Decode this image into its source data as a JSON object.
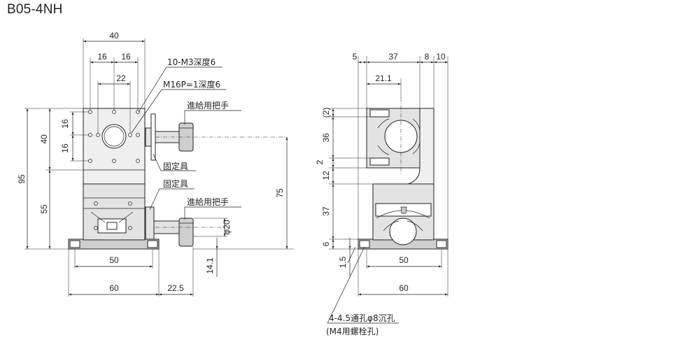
{
  "title": "B05-4NH",
  "front": {
    "dim_40_top": "40",
    "dim_16_left": "16",
    "dim_16_right": "16",
    "dim_22": "22",
    "dim_40_side": "40",
    "dim_16_a": "16",
    "dim_16_b": "16",
    "dim_95": "95",
    "dim_55": "55",
    "dim_75": "75",
    "dim_phi20": "φ20",
    "dim_14_1": "14.1",
    "dim_50": "50",
    "dim_60": "60",
    "dim_22_5": "22.5",
    "callout_holes": "10-M3深度6",
    "callout_center": "M16P=1深度6",
    "callout_handle_top": "進給用把手",
    "callout_clamp_top": "固定具",
    "callout_clamp_bottom": "固定具",
    "callout_handle_bottom": "進給用把手"
  },
  "side": {
    "dim_5": "5",
    "dim_37_top": "37",
    "dim_8": "8",
    "dim_10": "10",
    "dim_21_1": "21.1",
    "dim_paren2": "(2)",
    "dim_36": "36",
    "dim_2": "2",
    "dim_12": "12",
    "dim_37_side": "37",
    "dim_6": "6",
    "dim_1_5": "1.5",
    "dim_50": "50",
    "dim_60": "60",
    "callout_mount": "4-4.5通孔φ8沉孔",
    "callout_mount_sub": "(M4用螺栓孔)"
  }
}
